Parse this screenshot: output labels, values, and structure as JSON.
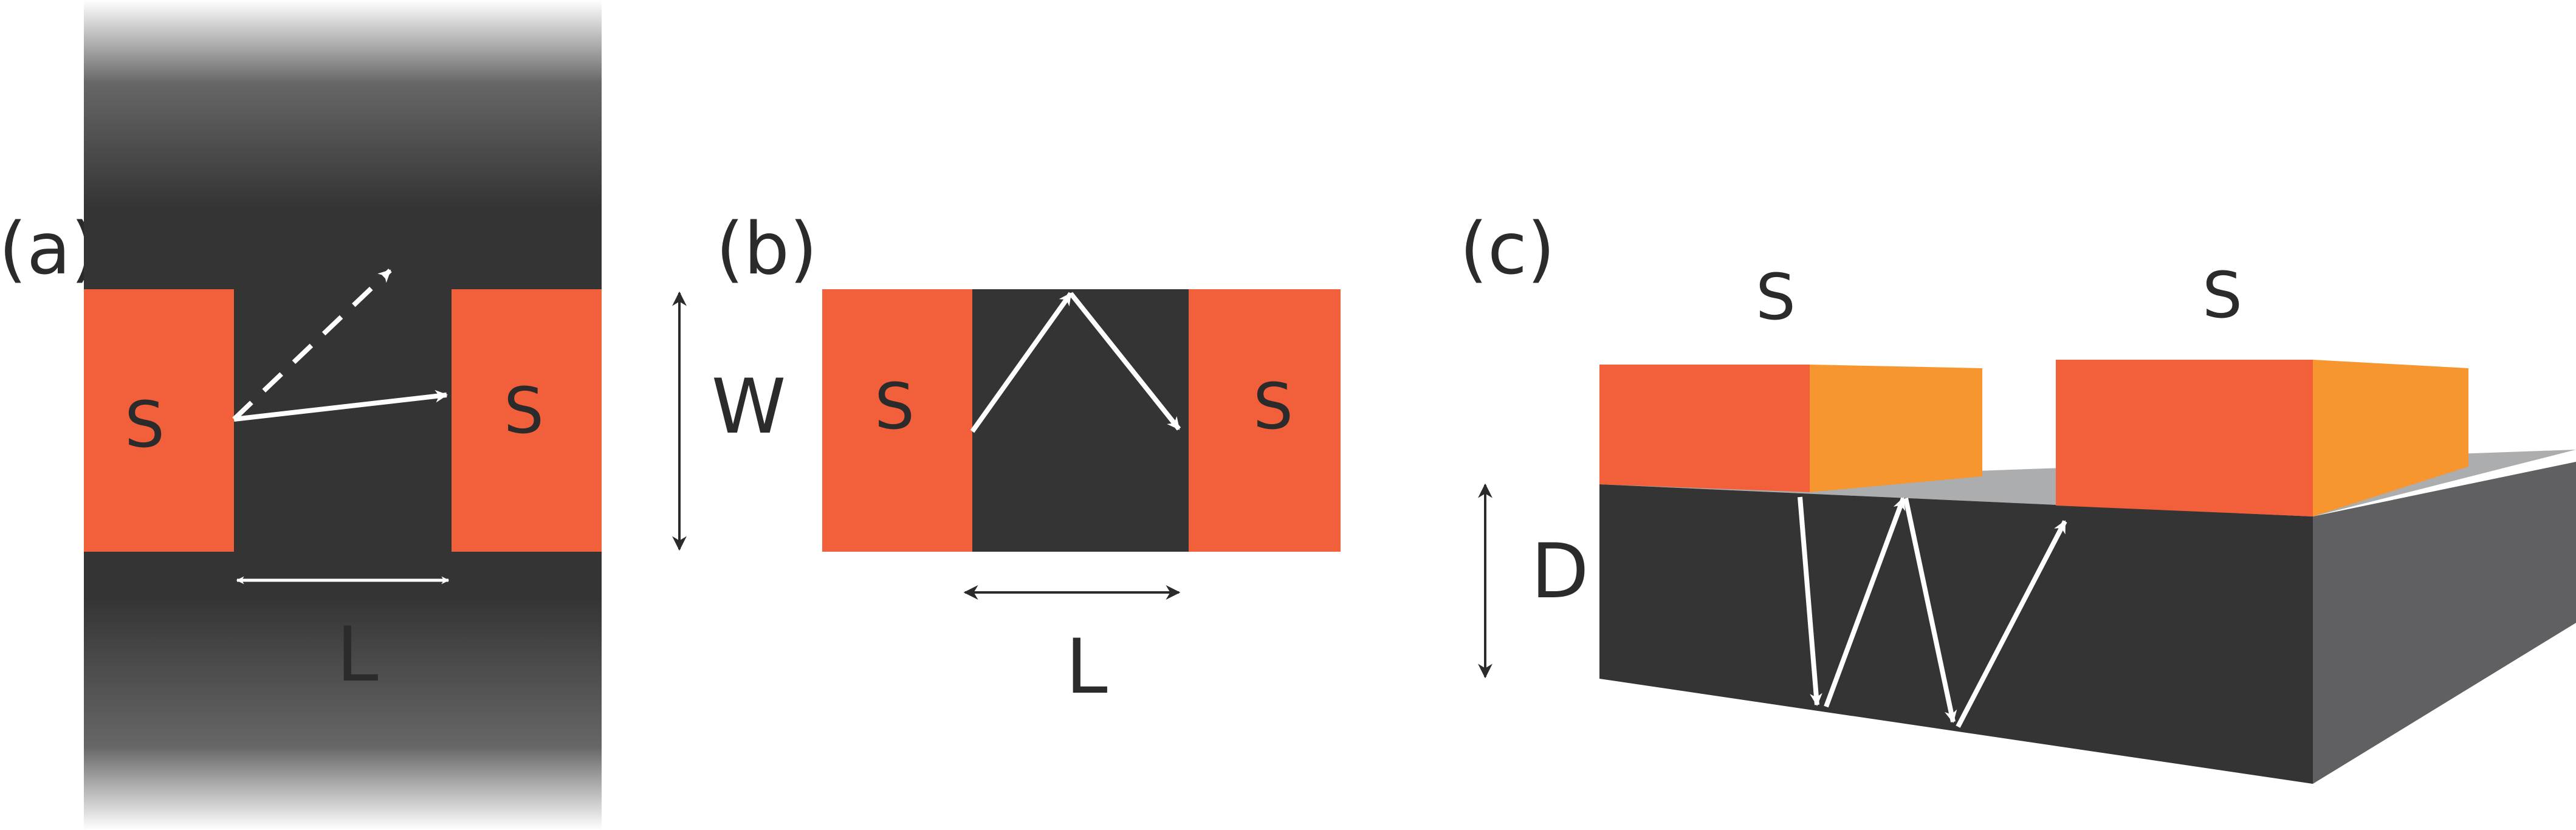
{
  "panels": [
    {
      "id": "a",
      "label": "(a)",
      "electrode_left": "S",
      "electrode_right": "S",
      "dim_length": "L"
    },
    {
      "id": "b",
      "label": "(b)",
      "electrode_left": "S",
      "electrode_right": "S",
      "dim_length": "L",
      "dim_width": "W"
    },
    {
      "id": "c",
      "label": "(c)",
      "electrode_left": "S",
      "electrode_right": "S",
      "dim_depth": "D"
    }
  ],
  "colors": {
    "electrode": "#f1603b",
    "electrode_side": "#f7962f",
    "channel": "#353435",
    "substrate_side": "#606062",
    "substrate_top": "#acadae",
    "arrow": "#ffffff",
    "dimension": "#2b2b2b"
  }
}
